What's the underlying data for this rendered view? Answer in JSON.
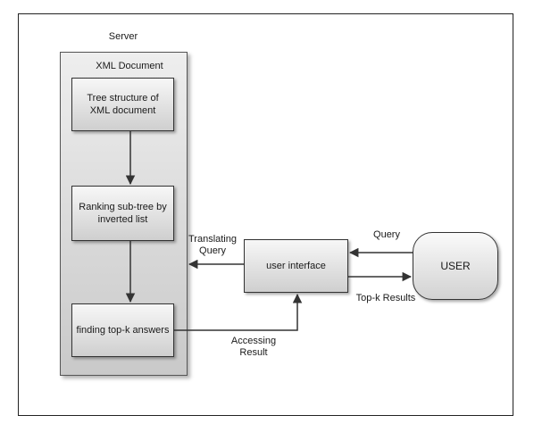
{
  "server": {
    "label": "Server"
  },
  "xml_document": {
    "label": "XML Document"
  },
  "nodes": {
    "tree_structure": "Tree structure of XML document",
    "ranking": "Ranking sub-tree by inverted list",
    "finding": "finding top-k answers",
    "user_interface": "user interface",
    "user": "USER"
  },
  "edges": {
    "query": "Query",
    "translating": "Translating Query",
    "topk": "Top-k Results",
    "accessing": "Accessing Result"
  }
}
